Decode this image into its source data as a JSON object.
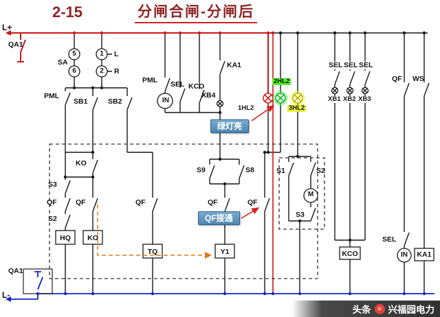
{
  "title": {
    "code": "2-15",
    "text": "分闸合闸-分闸后"
  },
  "power": {
    "l_plus": "L+",
    "l_minus": "L-",
    "qa1_top": "QA1",
    "qa1_bottom": "QA1"
  },
  "selector": {
    "label": "SA",
    "pos5": "5",
    "pos6": "6",
    "pos1": "1",
    "pos2": "2",
    "local": "L",
    "remote": "R"
  },
  "control_row": {
    "pml_left": "PML",
    "sb1": "SB1",
    "sb2": "SB2",
    "pml_mid": "PML",
    "in_relay": "IN",
    "sel": "SEL",
    "kco": "KCO",
    "xb4": "XB4",
    "ka1": "KA1"
  },
  "lamps": {
    "red_label": "1HL2",
    "green_label": "2HL2",
    "yellow_label": "3HL2"
  },
  "right_top": {
    "sel1": "SEL",
    "sel2": "SEL",
    "sel3": "SEL",
    "xb1": "XB1",
    "xb2": "XB2",
    "xb3": "XB3",
    "qf": "QF",
    "ws": "WS"
  },
  "interlock": {
    "ko_contact": "KO",
    "s3": "S3",
    "qf_a": "QF",
    "qf_b": "QF",
    "s2": "S2",
    "hq_coil": "HQ",
    "ko_coil": "KO",
    "qf_c": "QF",
    "tq_coil": "TQ",
    "s9": "S9",
    "s8": "S8",
    "qf_d": "QF",
    "y1_coil": "Y1",
    "qf_e": "QF",
    "s1": "S1",
    "s2_motor": "S2",
    "motor": "M",
    "s3_motor": "S3"
  },
  "bottom_right": {
    "kco_coil": "KCO",
    "sel": "SEL",
    "in_relay": "IN",
    "ka1_coil": "KA1"
  },
  "callouts": {
    "green_lamp": "绿灯亮",
    "qf_closed": "QF接通"
  },
  "watermark": {
    "source": "头条",
    "brand": "兴福园电力"
  },
  "colors": {
    "positive": "#cc1616",
    "negative": "#1524c4",
    "lamp_red": "#d42020",
    "lamp_green": "#18b830",
    "lamp_yellow": "#b9b400",
    "callout": "#4d86b0",
    "highlight_green": "#52f22a",
    "highlight_yellow": "#e8f23a",
    "dashed_accent": "#e07818",
    "title": "#8d2525"
  }
}
